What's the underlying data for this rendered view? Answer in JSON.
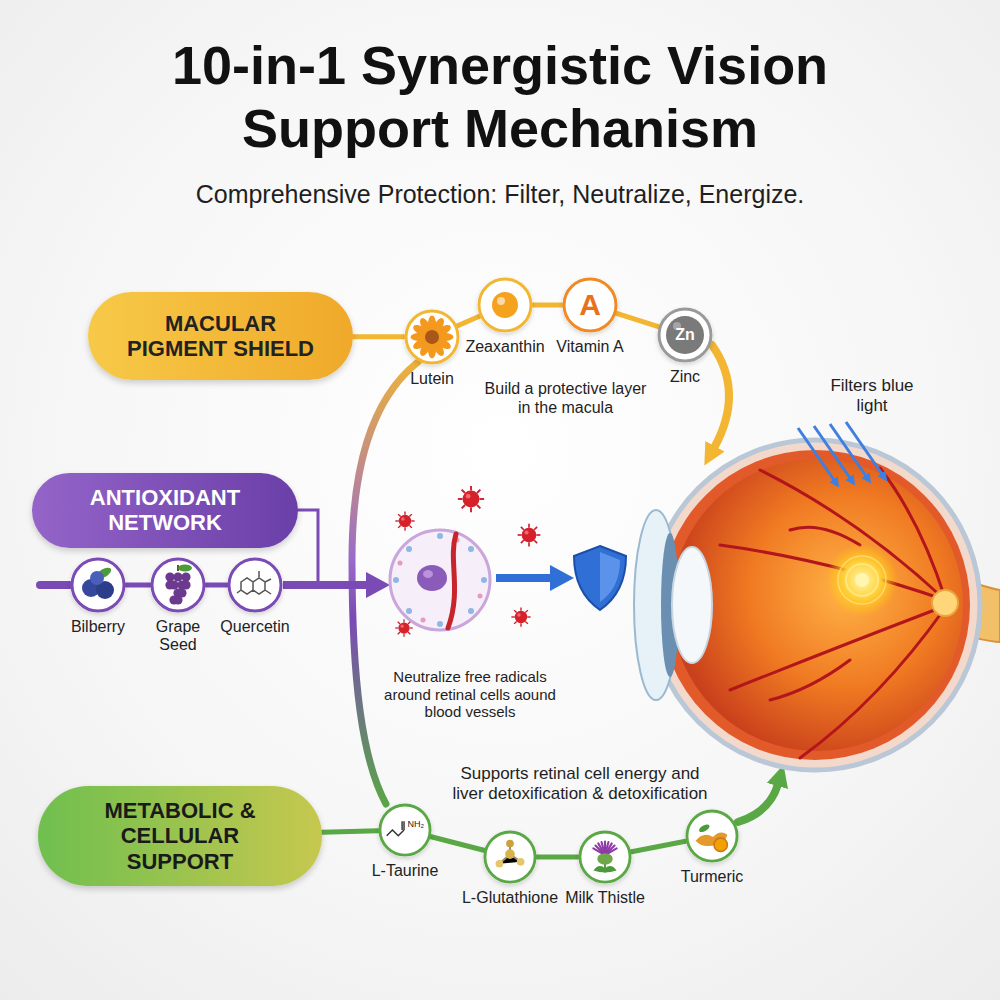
{
  "diagram": {
    "title": "10-in-1 Synergistic Vision Support Mechanism",
    "nodes": [
      {
        "text": [
          "MACULAR PIGMENT SHIELD"
        ]
      },
      {
        "text": [
          "Lutein"
        ]
      },
      {
        "text": [
          "Zeaxanthin"
        ]
      },
      {
        "text": [
          "A",
          "Vitamin A"
        ]
      },
      {
        "text": [
          "Zn",
          "Zinc"
        ]
      },
      {
        "text": [
          "ANTIOXIDANT NETWORK"
        ]
      },
      {
        "text": [
          "Bilberry"
        ]
      },
      {
        "text": [
          "Grape Seed"
        ]
      },
      {
        "text": [
          "Quercetin"
        ]
      },
      {
        "text": [
          "METABOLIC & CELLULAR SUPPORT"
        ]
      },
      {
        "text": [
          "NH₂",
          "L-Taurine"
        ]
      },
      {
        "text": [
          "L-Glutathione"
        ]
      },
      {
        "text": [
          "Milk Thistle"
        ]
      },
      {
        "text": [
          "Turmeric"
        ]
      }
    ],
    "edges": [
      {
        "from": 0,
        "to": 1,
        "arrow": "none"
      },
      {
        "from": 1,
        "to": 2,
        "arrow": "none"
      },
      {
        "from": 2,
        "to": 3,
        "arrow": "none"
      },
      {
        "from": 3,
        "to": 4,
        "arrow": "none"
      },
      {
        "from": 6,
        "to": 7,
        "arrow": "none"
      },
      {
        "from": 7,
        "to": 8,
        "arrow": "none"
      },
      {
        "from": 9,
        "to": 10,
        "arrow": "none"
      },
      {
        "from": 10,
        "to": 11,
        "arrow": "none"
      },
      {
        "from": 11,
        "to": 12,
        "arrow": "none"
      },
      {
        "from": 12,
        "to": 13,
        "arrow": "none"
      }
    ],
    "labels": [
      "Comprehensive Protection: Filter, Neutralize, Energize.",
      "Build a protective layer in the macula",
      "Filters blue light",
      "Neutralize free radicals around retinal cells aound blood vessels",
      "Supports retinal cell energy and liver detoxification & detoxification"
    ]
  }
}
